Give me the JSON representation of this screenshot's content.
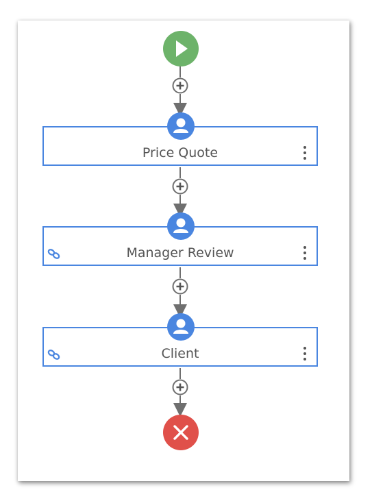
{
  "workflow": {
    "start_icon": "play-icon",
    "end_icon": "close-x-icon",
    "colors": {
      "step_border": "#4a86e0",
      "avatar": "#4a86e0",
      "start": "#6db36a",
      "end": "#e0504a",
      "connector": "#6f6f6f"
    },
    "steps": [
      {
        "label": "Price Quote",
        "linked": false
      },
      {
        "label": "Manager Review",
        "linked": true
      },
      {
        "label": "Client",
        "linked": true
      }
    ]
  }
}
